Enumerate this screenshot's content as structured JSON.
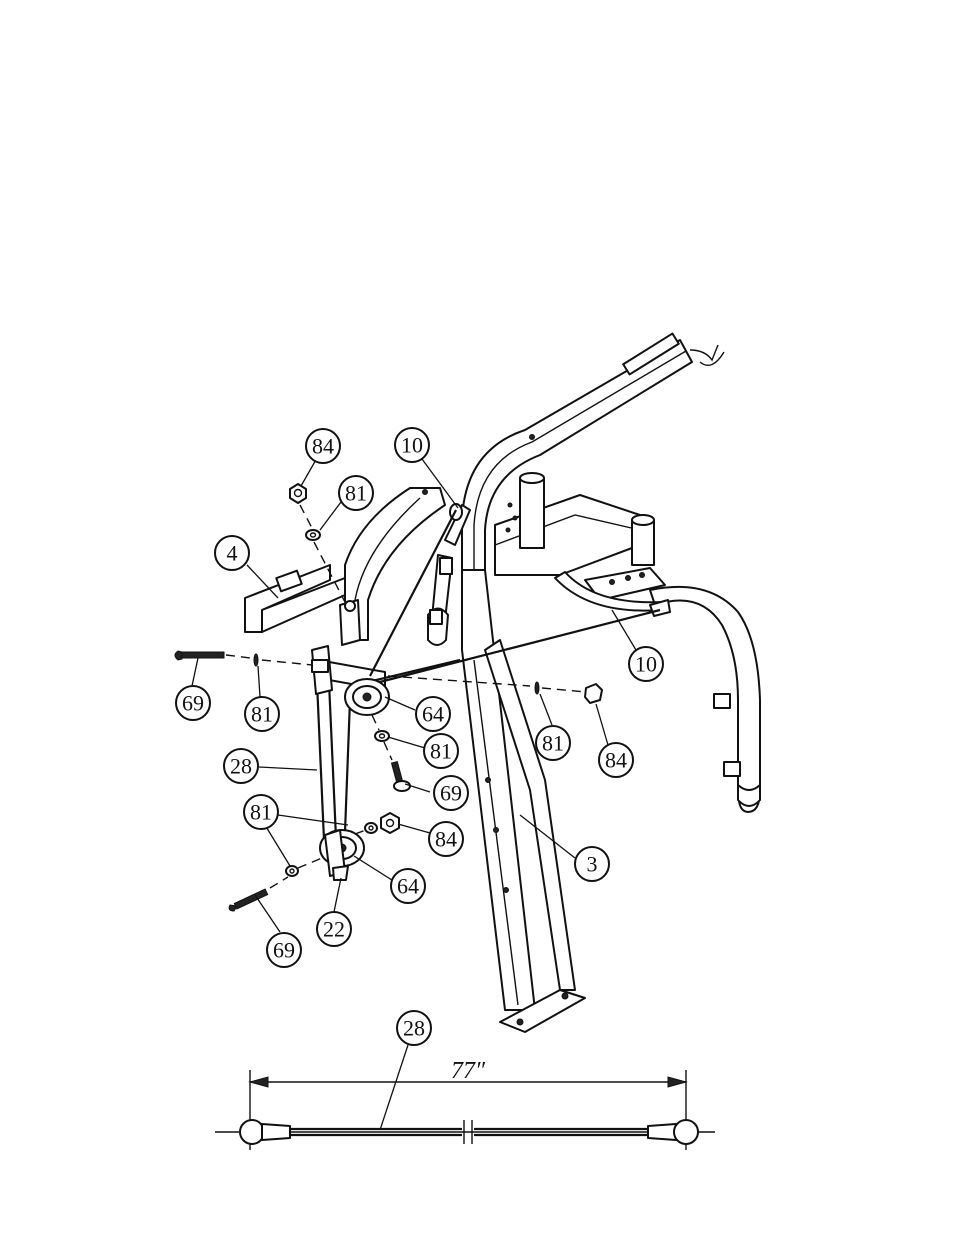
{
  "callouts": [
    {
      "id": "c84a",
      "label": "84"
    },
    {
      "id": "c10a",
      "label": "10"
    },
    {
      "id": "c81a",
      "label": "81"
    },
    {
      "id": "c4",
      "label": "4"
    },
    {
      "id": "c10b",
      "label": "10"
    },
    {
      "id": "c69a",
      "label": "69"
    },
    {
      "id": "c81b",
      "label": "81"
    },
    {
      "id": "c64a",
      "label": "64"
    },
    {
      "id": "c81c",
      "label": "81"
    },
    {
      "id": "c84b",
      "label": "84"
    },
    {
      "id": "c81d",
      "label": "81"
    },
    {
      "id": "c28a",
      "label": "28"
    },
    {
      "id": "c69b",
      "label": "69"
    },
    {
      "id": "c81e",
      "label": "81"
    },
    {
      "id": "c84c",
      "label": "84"
    },
    {
      "id": "c3",
      "label": "3"
    },
    {
      "id": "c64b",
      "label": "64"
    },
    {
      "id": "c22",
      "label": "22"
    },
    {
      "id": "c69c",
      "label": "69"
    },
    {
      "id": "c28b",
      "label": "28"
    }
  ],
  "cable_dimension": {
    "label": "77″"
  }
}
